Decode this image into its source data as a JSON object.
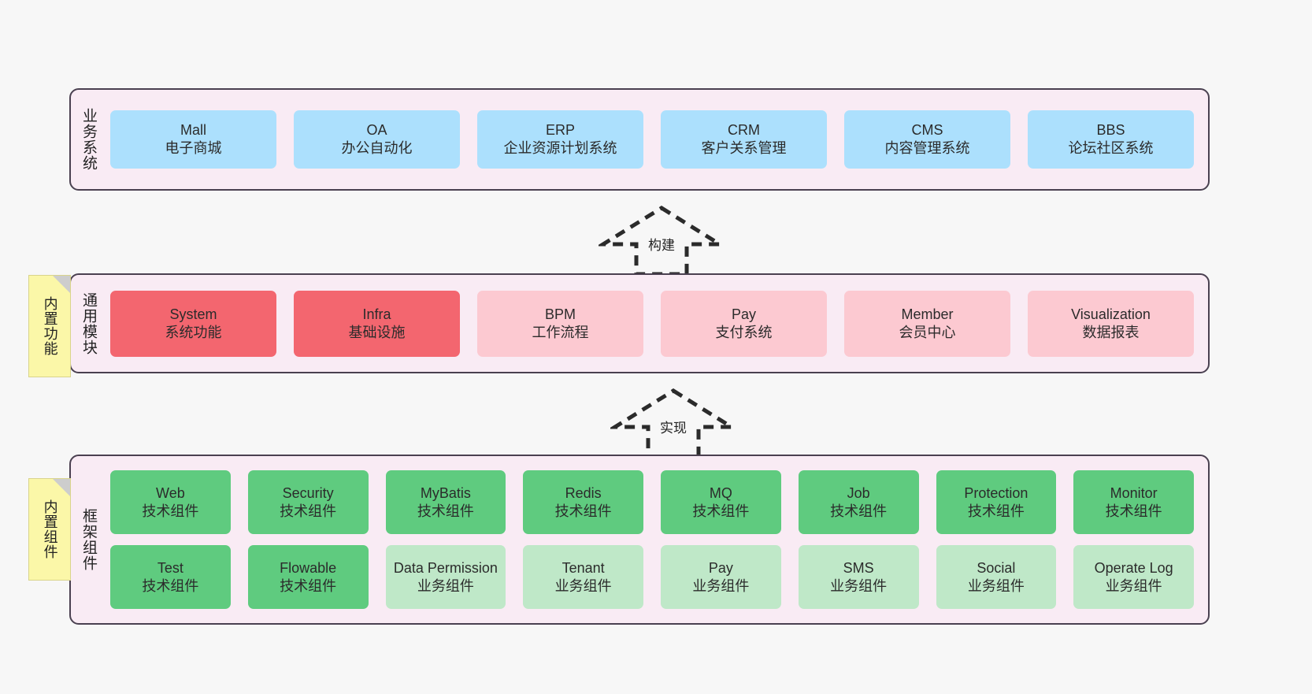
{
  "diagram": {
    "colors": {
      "band_bg": "#f9ebf4",
      "band_border": "#4a4050",
      "blue": "#ace0fd",
      "red": "#f3666f",
      "pink": "#fcc9d1",
      "green": "#5fcb7f",
      "green_light": "#bfe8c8",
      "note_yellow": "#fbf7a8",
      "page_bg": "#f7f7f7"
    },
    "notes": [
      {
        "name": "built-in-functions",
        "label": "内置功能"
      },
      {
        "name": "built-in-components",
        "label": "内置组件"
      }
    ],
    "connectors": [
      {
        "name": "build-arrow",
        "label": "构建",
        "style": "dashed-hollow-generalization",
        "direction": "up"
      },
      {
        "name": "realize-arrow",
        "label": "实现",
        "style": "dashed-hollow-generalization",
        "direction": "up"
      }
    ],
    "bands": [
      {
        "name": "business-systems",
        "label": "业务系统",
        "rows": [
          {
            "cells": [
              {
                "en": "Mall",
                "cn": "电子商城",
                "color": "blue"
              },
              {
                "en": "OA",
                "cn": "办公自动化",
                "color": "blue"
              },
              {
                "en": "ERP",
                "cn": "企业资源计划系统",
                "color": "blue"
              },
              {
                "en": "CRM",
                "cn": "客户关系管理",
                "color": "blue"
              },
              {
                "en": "CMS",
                "cn": "内容管理系统",
                "color": "blue"
              },
              {
                "en": "BBS",
                "cn": "论坛社区系统",
                "color": "blue"
              }
            ]
          }
        ]
      },
      {
        "name": "common-modules",
        "label": "通用模块",
        "rows": [
          {
            "cells": [
              {
                "en": "System",
                "cn": "系统功能",
                "color": "red"
              },
              {
                "en": "Infra",
                "cn": "基础设施",
                "color": "red"
              },
              {
                "en": "BPM",
                "cn": "工作流程",
                "color": "pink"
              },
              {
                "en": "Pay",
                "cn": "支付系统",
                "color": "pink"
              },
              {
                "en": "Member",
                "cn": "会员中心",
                "color": "pink"
              },
              {
                "en": "Visualization",
                "cn": "数据报表",
                "color": "pink"
              }
            ]
          }
        ]
      },
      {
        "name": "framework-components",
        "label": "框架组件",
        "rows": [
          {
            "cells": [
              {
                "en": "Web",
                "cn": "技术组件",
                "color": "green"
              },
              {
                "en": "Security",
                "cn": "技术组件",
                "color": "green"
              },
              {
                "en": "MyBatis",
                "cn": "技术组件",
                "color": "green"
              },
              {
                "en": "Redis",
                "cn": "技术组件",
                "color": "green"
              },
              {
                "en": "MQ",
                "cn": "技术组件",
                "color": "green"
              },
              {
                "en": "Job",
                "cn": "技术组件",
                "color": "green"
              },
              {
                "en": "Protection",
                "cn": "技术组件",
                "color": "green"
              },
              {
                "en": "Monitor",
                "cn": "技术组件",
                "color": "green"
              }
            ]
          },
          {
            "cells": [
              {
                "en": "Test",
                "cn": "技术组件",
                "color": "green"
              },
              {
                "en": "Flowable",
                "cn": "技术组件",
                "color": "green"
              },
              {
                "en": "Data Permission",
                "cn": "业务组件",
                "color": "green_light"
              },
              {
                "en": "Tenant",
                "cn": "业务组件",
                "color": "green_light"
              },
              {
                "en": "Pay",
                "cn": "业务组件",
                "color": "green_light"
              },
              {
                "en": "SMS",
                "cn": "业务组件",
                "color": "green_light"
              },
              {
                "en": "Social",
                "cn": "业务组件",
                "color": "green_light"
              },
              {
                "en": "Operate Log",
                "cn": "业务组件",
                "color": "green_light"
              }
            ]
          }
        ]
      }
    ]
  }
}
